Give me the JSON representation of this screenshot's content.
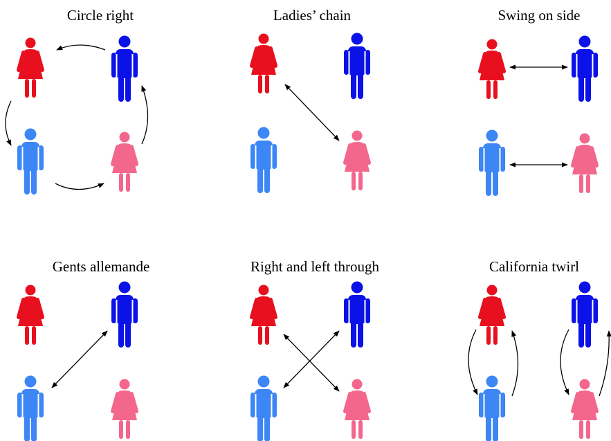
{
  "colors": {
    "woman_red": "#e8101e",
    "man_blue": "#0b12e8",
    "man_light_blue": "#3d86f5",
    "woman_pink": "#f3678d",
    "arrow": "#000000"
  },
  "panels": [
    {
      "id": "circle-right",
      "title": "Circle right",
      "dancers": [
        {
          "role": "woman",
          "color": "woman_red"
        },
        {
          "role": "man",
          "color": "man_blue"
        },
        {
          "role": "man",
          "color": "man_light_blue"
        },
        {
          "role": "woman",
          "color": "woman_pink"
        }
      ]
    },
    {
      "id": "ladies-chain",
      "title": "Ladies’ chain",
      "dancers": [
        {
          "role": "woman",
          "color": "woman_red"
        },
        {
          "role": "man",
          "color": "man_blue"
        },
        {
          "role": "man",
          "color": "man_light_blue"
        },
        {
          "role": "woman",
          "color": "woman_pink"
        }
      ]
    },
    {
      "id": "swing-on-side",
      "title": "Swing on side",
      "dancers": [
        {
          "role": "woman",
          "color": "woman_red"
        },
        {
          "role": "man",
          "color": "man_blue"
        },
        {
          "role": "man",
          "color": "man_light_blue"
        },
        {
          "role": "woman",
          "color": "woman_pink"
        }
      ]
    },
    {
      "id": "gents-allemande",
      "title": "Gents allemande",
      "dancers": [
        {
          "role": "woman",
          "color": "woman_red"
        },
        {
          "role": "man",
          "color": "man_blue"
        },
        {
          "role": "man",
          "color": "man_light_blue"
        },
        {
          "role": "woman",
          "color": "woman_pink"
        }
      ]
    },
    {
      "id": "right-and-left-through",
      "title": "Right and left through",
      "dancers": [
        {
          "role": "woman",
          "color": "woman_red"
        },
        {
          "role": "man",
          "color": "man_blue"
        },
        {
          "role": "man",
          "color": "man_light_blue"
        },
        {
          "role": "woman",
          "color": "woman_pink"
        }
      ]
    },
    {
      "id": "california-twirl",
      "title": "California twirl",
      "dancers": [
        {
          "role": "woman",
          "color": "woman_red"
        },
        {
          "role": "man",
          "color": "man_blue"
        },
        {
          "role": "man",
          "color": "man_light_blue"
        },
        {
          "role": "woman",
          "color": "woman_pink"
        }
      ]
    }
  ]
}
